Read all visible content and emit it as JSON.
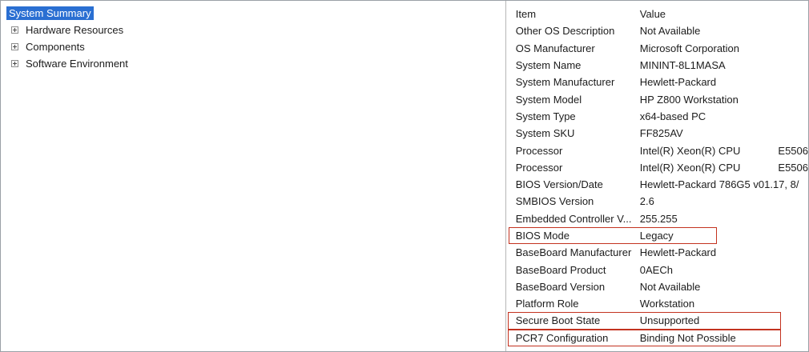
{
  "tree": {
    "selection_color": "#2a6fd2",
    "items": [
      {
        "label": "System Summary",
        "selected": true,
        "expandable": false
      },
      {
        "label": "Hardware Resources",
        "selected": false,
        "expandable": true
      },
      {
        "label": "Components",
        "selected": false,
        "expandable": true
      },
      {
        "label": "Software Environment",
        "selected": false,
        "expandable": true
      }
    ]
  },
  "table": {
    "columns": {
      "item": "Item",
      "value": "Value"
    },
    "rows": [
      {
        "item": "Other OS Description",
        "value": "Not Available"
      },
      {
        "item": "OS Manufacturer",
        "value": "Microsoft Corporation"
      },
      {
        "item": "System Name",
        "value": "MININT-8L1MASA"
      },
      {
        "item": "System Manufacturer",
        "value": "Hewlett-Packard"
      },
      {
        "item": "System Model",
        "value": "HP Z800 Workstation"
      },
      {
        "item": "System Type",
        "value": "x64-based PC"
      },
      {
        "item": "System SKU",
        "value": "FF825AV"
      },
      {
        "item": "Processor",
        "value": "Intel(R) Xeon(R) CPU             E5506"
      },
      {
        "item": "Processor",
        "value": "Intel(R) Xeon(R) CPU             E5506"
      },
      {
        "item": "BIOS Version/Date",
        "value": "Hewlett-Packard 786G5 v01.17, 8/"
      },
      {
        "item": "SMBIOS Version",
        "value": "2.6"
      },
      {
        "item": "Embedded Controller V...",
        "value": "255.255"
      },
      {
        "item": "BIOS Mode",
        "value": "Legacy",
        "boxed": true,
        "box": "short"
      },
      {
        "item": "BaseBoard Manufacturer",
        "value": "Hewlett-Packard"
      },
      {
        "item": "BaseBoard Product",
        "value": "0AECh"
      },
      {
        "item": "BaseBoard Version",
        "value": "Not Available"
      },
      {
        "item": "Platform Role",
        "value": "Workstation"
      },
      {
        "item": "Secure Boot State",
        "value": "Unsupported",
        "boxed": true,
        "box": "long"
      },
      {
        "item": "PCR7 Configuration",
        "value": "Binding Not Possible",
        "boxed": true,
        "box": "long"
      }
    ]
  },
  "annotation": {
    "box_color": "#c3321f"
  }
}
